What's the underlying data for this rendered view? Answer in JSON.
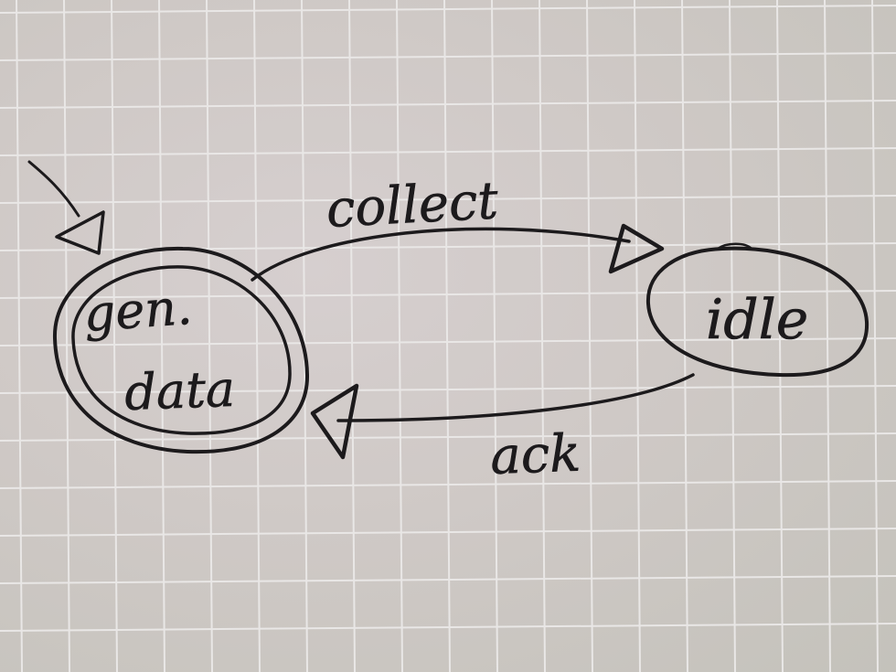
{
  "states": {
    "gen_data": {
      "line1": "gen.",
      "line2": "data",
      "accepting": true,
      "initial": true
    },
    "idle": {
      "label": "idle"
    }
  },
  "transitions": [
    {
      "from": "gen_data",
      "to": "idle",
      "label": "collect"
    },
    {
      "from": "idle",
      "to": "gen_data",
      "label": "ack"
    }
  ],
  "colors": {
    "ink": "#1c1a1c",
    "paper": "#d2cccb",
    "grid": "#e9e7e6"
  }
}
